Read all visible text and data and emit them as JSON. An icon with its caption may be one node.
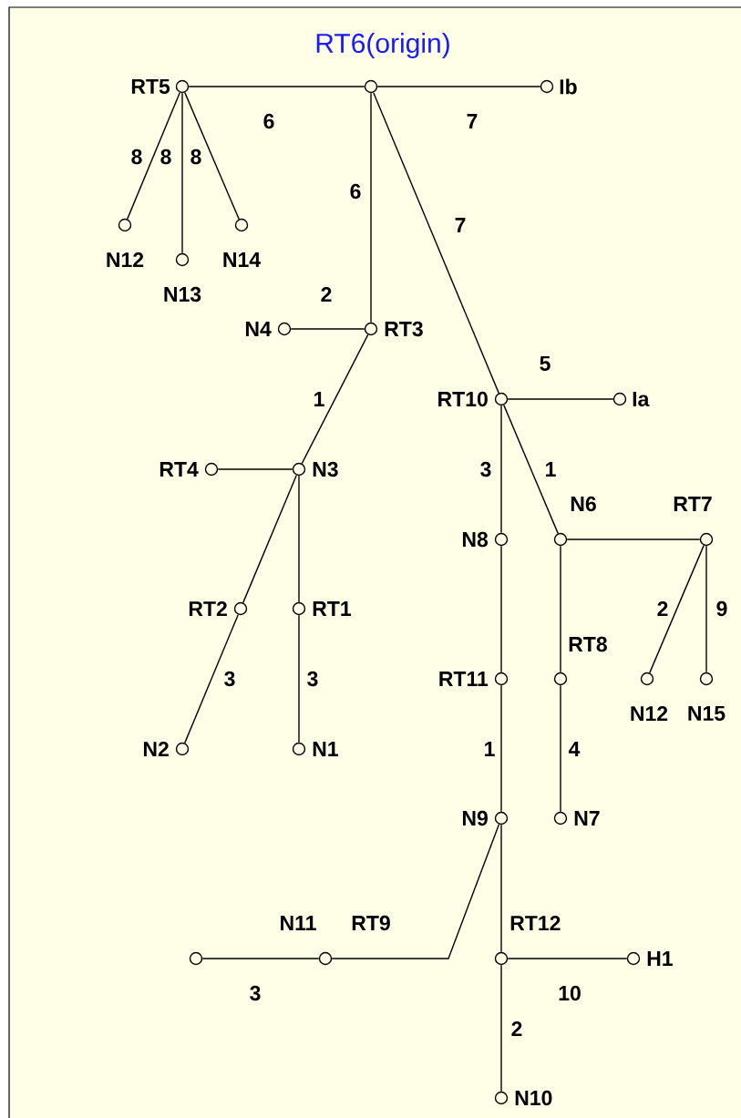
{
  "diagram": {
    "nodes": [
      {
        "text": [
          "RT6(origin)"
        ]
      },
      {
        "text": [
          "RT5"
        ]
      },
      {
        "text": [
          "Ib"
        ]
      },
      {
        "text": [
          "N12"
        ]
      },
      {
        "text": [
          "N13"
        ]
      },
      {
        "text": [
          "N14"
        ]
      },
      {
        "text": [
          "RT3"
        ]
      },
      {
        "text": [
          "N4"
        ]
      },
      {
        "text": [
          "RT10"
        ]
      },
      {
        "text": [
          "Ia"
        ]
      },
      {
        "text": [
          "N3"
        ]
      },
      {
        "text": [
          "RT4"
        ]
      },
      {
        "text": [
          "RT2"
        ]
      },
      {
        "text": [
          "RT1"
        ]
      },
      {
        "text": [
          "N2"
        ]
      },
      {
        "text": [
          "N1"
        ]
      },
      {
        "text": [
          "N8"
        ]
      },
      {
        "text": [
          "N6"
        ]
      },
      {
        "text": [
          "RT7"
        ]
      },
      {
        "text": [
          "RT11"
        ]
      },
      {
        "text": [
          "RT8"
        ]
      },
      {
        "text": [
          "N12"
        ]
      },
      {
        "text": [
          "N15"
        ]
      },
      {
        "text": [
          "N7"
        ]
      },
      {
        "text": [
          "N9"
        ]
      },
      {
        "text": [
          "RT12"
        ]
      },
      {
        "text": [
          "H1"
        ]
      },
      {
        "text": [
          "N10"
        ]
      },
      {
        "text": [],
        "shape": "circle"
      },
      {
        "text": [
          "N11"
        ]
      }
    ],
    "labels": [
      "RT9"
    ],
    "edges": [
      {
        "from": 1,
        "to": 0,
        "arrow": "none",
        "label": "6"
      },
      {
        "from": 0,
        "to": 2,
        "arrow": "none",
        "label": "7"
      },
      {
        "from": 1,
        "to": 3,
        "arrow": "none",
        "label": "8"
      },
      {
        "from": 1,
        "to": 4,
        "arrow": "none",
        "label": "8"
      },
      {
        "from": 1,
        "to": 5,
        "arrow": "none",
        "label": "8"
      },
      {
        "from": 0,
        "to": 6,
        "arrow": "none",
        "label": "6"
      },
      {
        "from": 7,
        "to": 6,
        "arrow": "none",
        "label": "2"
      },
      {
        "from": 0,
        "to": 8,
        "arrow": "none",
        "label": "7"
      },
      {
        "from": 8,
        "to": 9,
        "arrow": "none",
        "label": "5"
      },
      {
        "from": 6,
        "to": 10,
        "arrow": "none",
        "label": "1"
      },
      {
        "from": 11,
        "to": 10,
        "arrow": "none"
      },
      {
        "from": 10,
        "to": 12,
        "arrow": "none"
      },
      {
        "from": 10,
        "to": 13,
        "arrow": "none"
      },
      {
        "from": 12,
        "to": 14,
        "arrow": "none",
        "label": "3"
      },
      {
        "from": 13,
        "to": 15,
        "arrow": "none",
        "label": "3"
      },
      {
        "from": 8,
        "to": 16,
        "arrow": "none",
        "label": "3"
      },
      {
        "from": 8,
        "to": 17,
        "arrow": "none",
        "label": "1"
      },
      {
        "from": 17,
        "to": 18,
        "arrow": "none"
      },
      {
        "from": 18,
        "to": 21,
        "arrow": "none",
        "label": "2"
      },
      {
        "from": 18,
        "to": 22,
        "arrow": "none",
        "label": "9"
      },
      {
        "from": 16,
        "to": 19,
        "arrow": "none"
      },
      {
        "from": 19,
        "to": 24,
        "arrow": "none",
        "label": "1"
      },
      {
        "from": 17,
        "to": 20,
        "arrow": "none"
      },
      {
        "from": 20,
        "to": 23,
        "arrow": "none",
        "label": "4"
      },
      {
        "from": 24,
        "to": 25,
        "arrow": "none"
      },
      {
        "from": 24,
        "to": 29,
        "arrow": "none"
      },
      {
        "from": 28,
        "to": 29,
        "arrow": "none",
        "label": "3"
      },
      {
        "from": 25,
        "to": 26,
        "arrow": "none",
        "label": "10"
      },
      {
        "from": 25,
        "to": 27,
        "arrow": "none",
        "label": "2"
      }
    ]
  }
}
